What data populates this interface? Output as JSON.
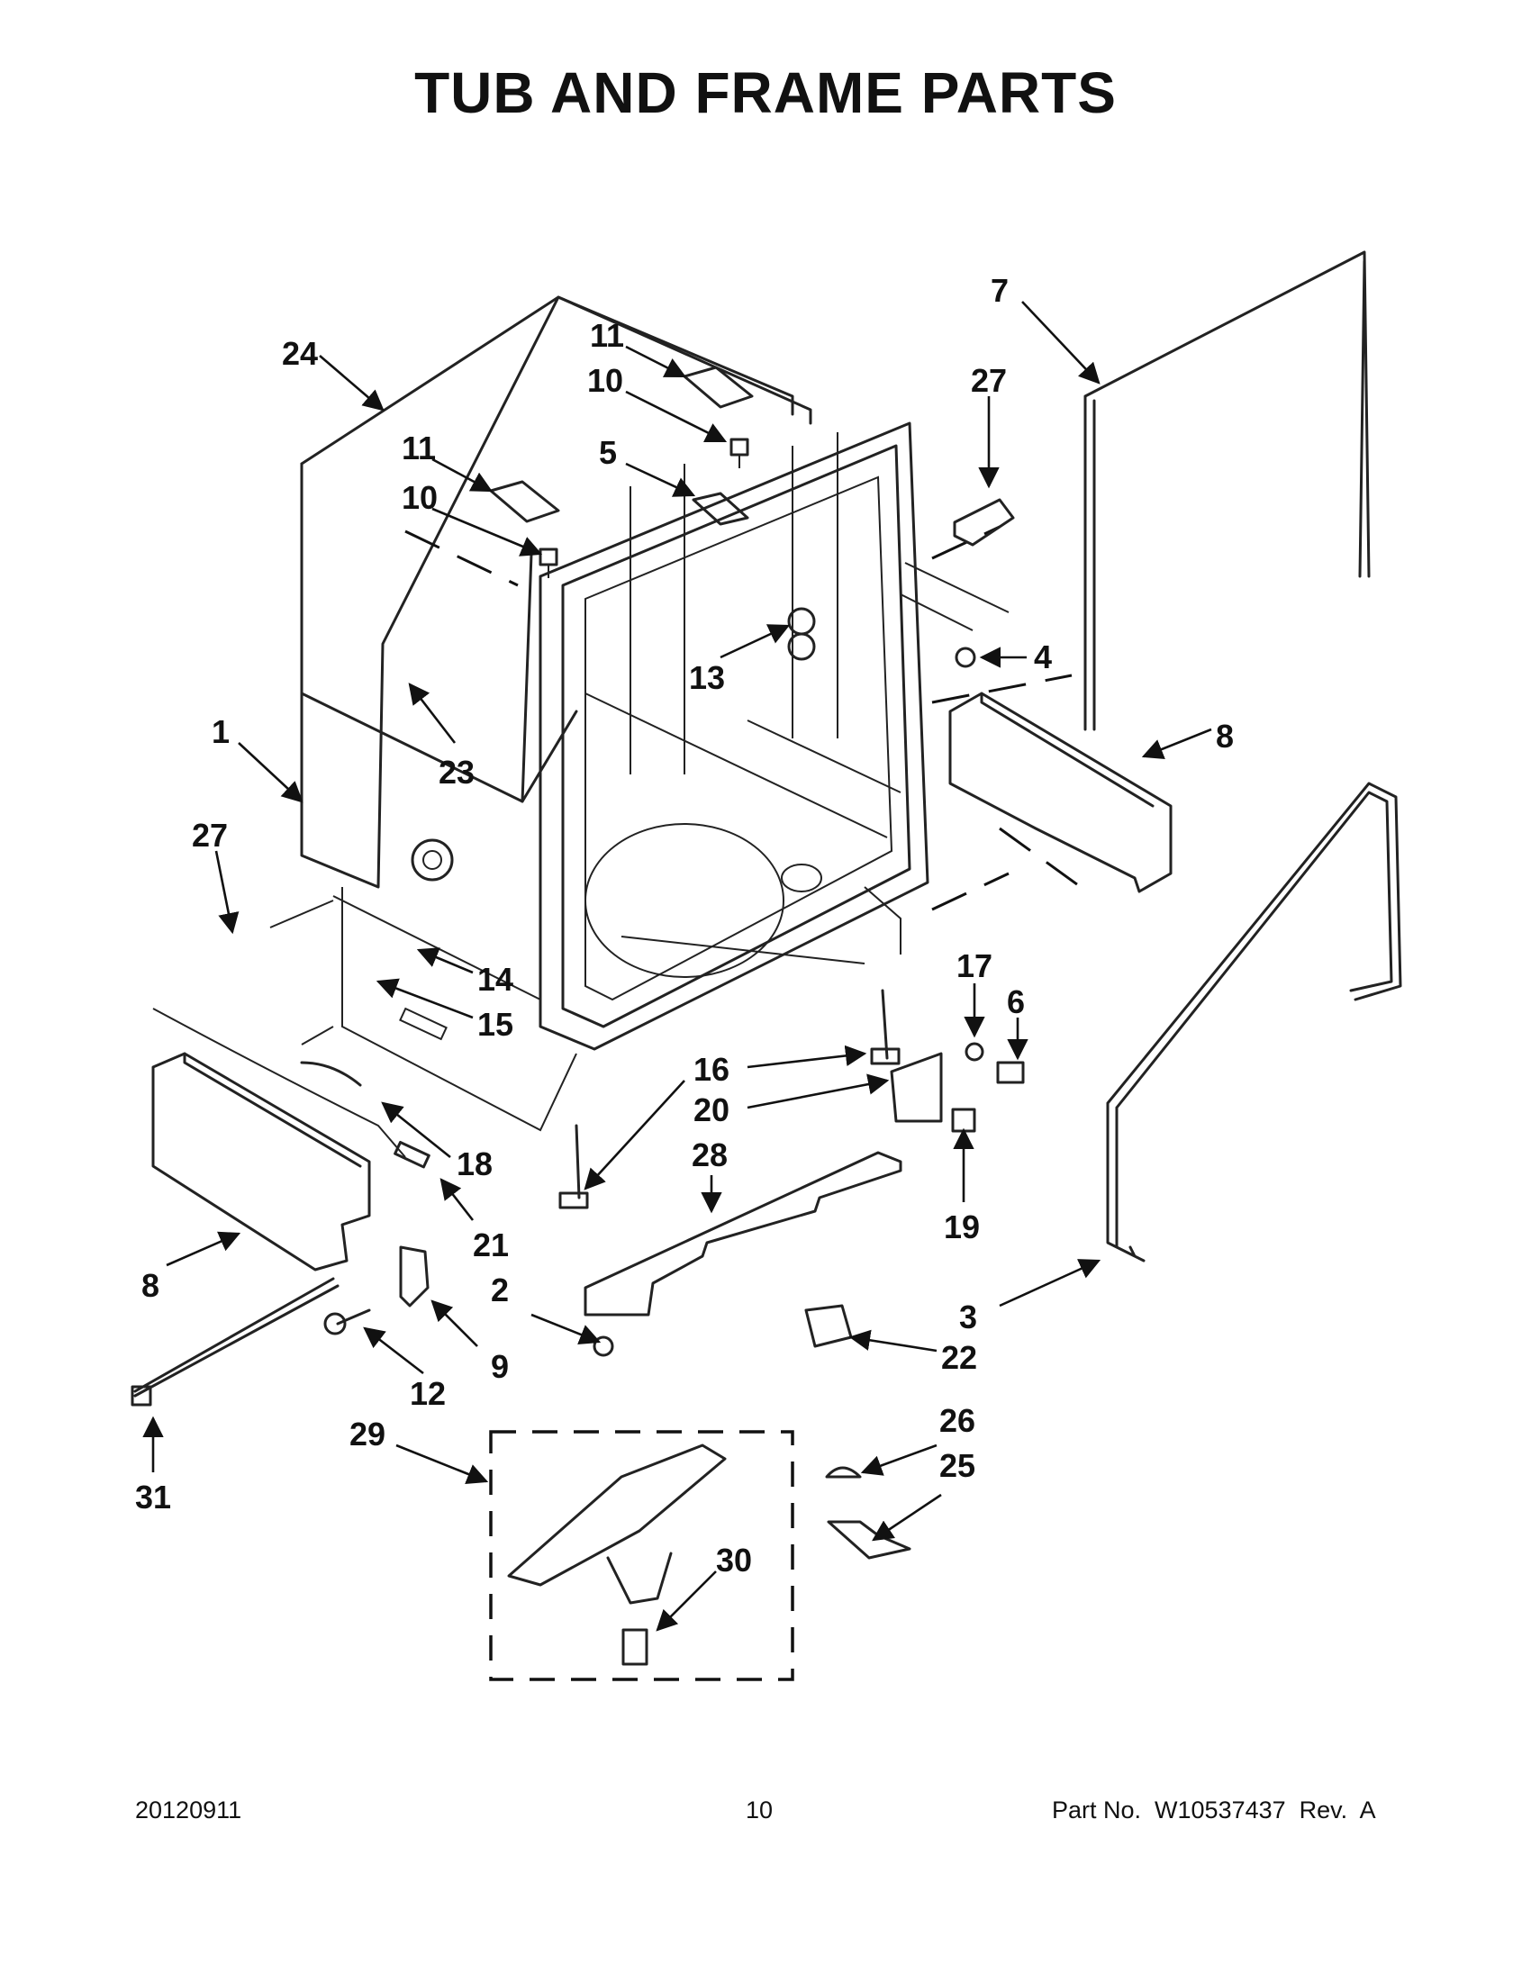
{
  "page": {
    "title": "TUB AND FRAME PARTS",
    "footer": {
      "date": "20120911",
      "page_number": "10",
      "part_number": "Part No.  W10537437  Rev.  A"
    }
  },
  "callouts": [
    {
      "id": "c24",
      "label": "24"
    },
    {
      "id": "c11a",
      "label": "11"
    },
    {
      "id": "c10a",
      "label": "10"
    },
    {
      "id": "c11b",
      "label": "11"
    },
    {
      "id": "c10b",
      "label": "10"
    },
    {
      "id": "c5",
      "label": "5"
    },
    {
      "id": "c7",
      "label": "7"
    },
    {
      "id": "c27a",
      "label": "27"
    },
    {
      "id": "c4",
      "label": "4"
    },
    {
      "id": "c13",
      "label": "13"
    },
    {
      "id": "c23",
      "label": "23"
    },
    {
      "id": "c8a",
      "label": "8"
    },
    {
      "id": "c1",
      "label": "1"
    },
    {
      "id": "c27b",
      "label": "27"
    },
    {
      "id": "c14",
      "label": "14"
    },
    {
      "id": "c15",
      "label": "15"
    },
    {
      "id": "c17",
      "label": "17"
    },
    {
      "id": "c6",
      "label": "6"
    },
    {
      "id": "c16",
      "label": "16"
    },
    {
      "id": "c20",
      "label": "20"
    },
    {
      "id": "c28",
      "label": "28"
    },
    {
      "id": "c18",
      "label": "18"
    },
    {
      "id": "c19",
      "label": "19"
    },
    {
      "id": "c21",
      "label": "21"
    },
    {
      "id": "c8b",
      "label": "8"
    },
    {
      "id": "c2",
      "label": "2"
    },
    {
      "id": "c9",
      "label": "9"
    },
    {
      "id": "c3",
      "label": "3"
    },
    {
      "id": "c22",
      "label": "22"
    },
    {
      "id": "c12",
      "label": "12"
    },
    {
      "id": "c29",
      "label": "29"
    },
    {
      "id": "c26",
      "label": "26"
    },
    {
      "id": "c25",
      "label": "25"
    },
    {
      "id": "c30",
      "label": "30"
    },
    {
      "id": "c31",
      "label": "31"
    }
  ]
}
